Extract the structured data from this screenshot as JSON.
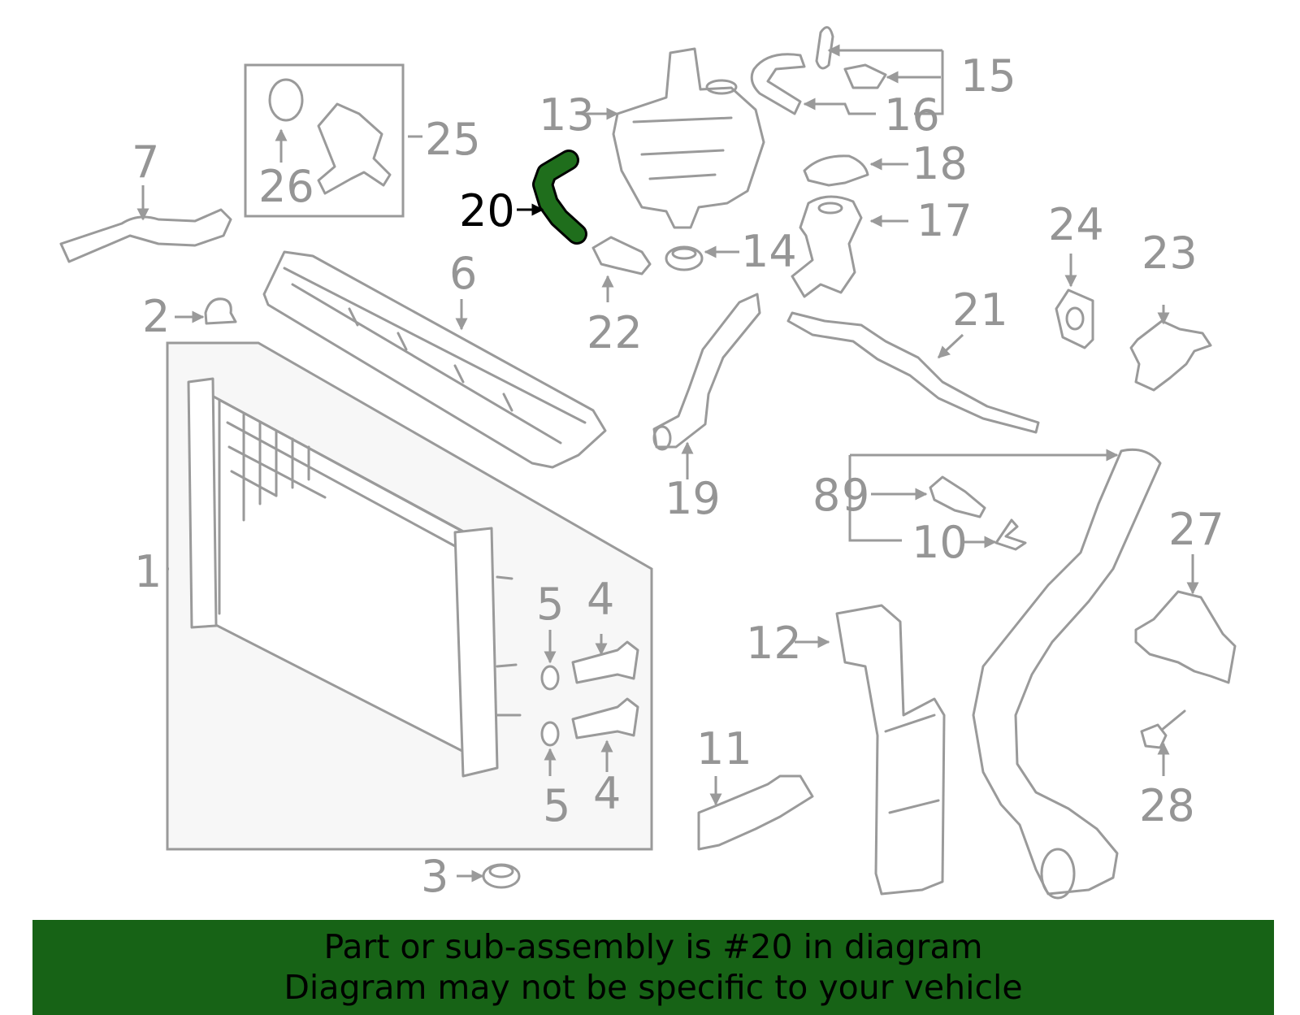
{
  "callouts": {
    "c1": "1",
    "c2": "2",
    "c3": "3",
    "c4a": "4",
    "c4b": "4",
    "c5a": "5",
    "c5b": "5",
    "c6": "6",
    "c7": "7",
    "c8": "8",
    "c9": "9",
    "c10": "10",
    "c11": "11",
    "c12": "12",
    "c13": "13",
    "c14": "14",
    "c15": "15",
    "c16": "16",
    "c17": "17",
    "c18": "18",
    "c19": "19",
    "c20": "20",
    "c21": "21",
    "c22": "22",
    "c23": "23",
    "c24": "24",
    "c25": "25",
    "c26": "26",
    "c27": "27",
    "c28": "28"
  },
  "highlight": {
    "part_number": "20",
    "color": "#1f6e1c"
  },
  "colors": {
    "line": "#9a9a9a",
    "banner_bg": "#176316",
    "banner_text": "#000000"
  },
  "banner": {
    "line1": "Part or sub-assembly is #20 in diagram",
    "line2": "Diagram may not be specific to your vehicle"
  }
}
